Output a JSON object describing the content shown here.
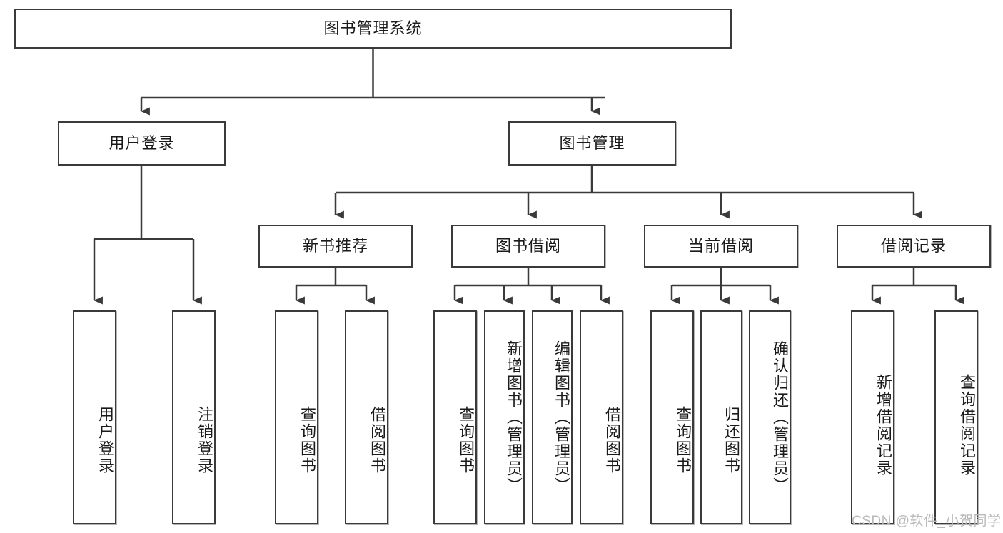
{
  "diagram": {
    "type": "tree-hierarchy",
    "title": "图书管理系统",
    "root": {
      "id": "root",
      "label": "图书管理系统",
      "level": 0
    },
    "level2": [
      {
        "id": "user-login",
        "label": "用户登录"
      },
      {
        "id": "book-manage",
        "label": "图书管理"
      }
    ],
    "level3": [
      {
        "id": "new-book-recommend",
        "label": "新书推荐",
        "parent": "book-manage"
      },
      {
        "id": "book-borrow",
        "label": "图书借阅",
        "parent": "book-manage"
      },
      {
        "id": "current-borrow",
        "label": "当前借阅",
        "parent": "book-manage"
      },
      {
        "id": "borrow-record",
        "label": "借阅记录",
        "parent": "book-manage"
      }
    ],
    "leaves": [
      {
        "id": "leaf-user-login",
        "label": "用户登录",
        "parent": "user-login"
      },
      {
        "id": "leaf-logout",
        "label": "注销登录",
        "parent": "user-login"
      },
      {
        "id": "leaf-query-book-1",
        "label": "查询图书",
        "parent": "new-book-recommend"
      },
      {
        "id": "leaf-borrow-book-1",
        "label": "借阅图书",
        "parent": "new-book-recommend"
      },
      {
        "id": "leaf-query-book-2",
        "label": "查询图书",
        "parent": "book-borrow"
      },
      {
        "id": "leaf-add-book",
        "label": "新增图书（管理员）",
        "parent": "book-borrow"
      },
      {
        "id": "leaf-edit-book",
        "label": "编辑图书（管理员）",
        "parent": "book-borrow"
      },
      {
        "id": "leaf-borrow-book-2",
        "label": "借阅图书",
        "parent": "book-borrow"
      },
      {
        "id": "leaf-query-book-3",
        "label": "查询图书",
        "parent": "current-borrow"
      },
      {
        "id": "leaf-return-book",
        "label": "归还图书",
        "parent": "current-borrow"
      },
      {
        "id": "leaf-confirm-return",
        "label": "确认归还（管理员）",
        "parent": "current-borrow"
      },
      {
        "id": "leaf-add-record",
        "label": "新增借阅记录",
        "parent": "borrow-record"
      },
      {
        "id": "leaf-query-record",
        "label": "查询借阅记录",
        "parent": "borrow-record"
      }
    ],
    "colors": {
      "border": "#3a3a3a",
      "text": "#1a1a1a",
      "background": "#ffffff",
      "connector": "#3a3a3a",
      "watermark": "#b9b9b9"
    }
  },
  "watermark": {
    "text": "CSDN @软件_小贺同学"
  }
}
